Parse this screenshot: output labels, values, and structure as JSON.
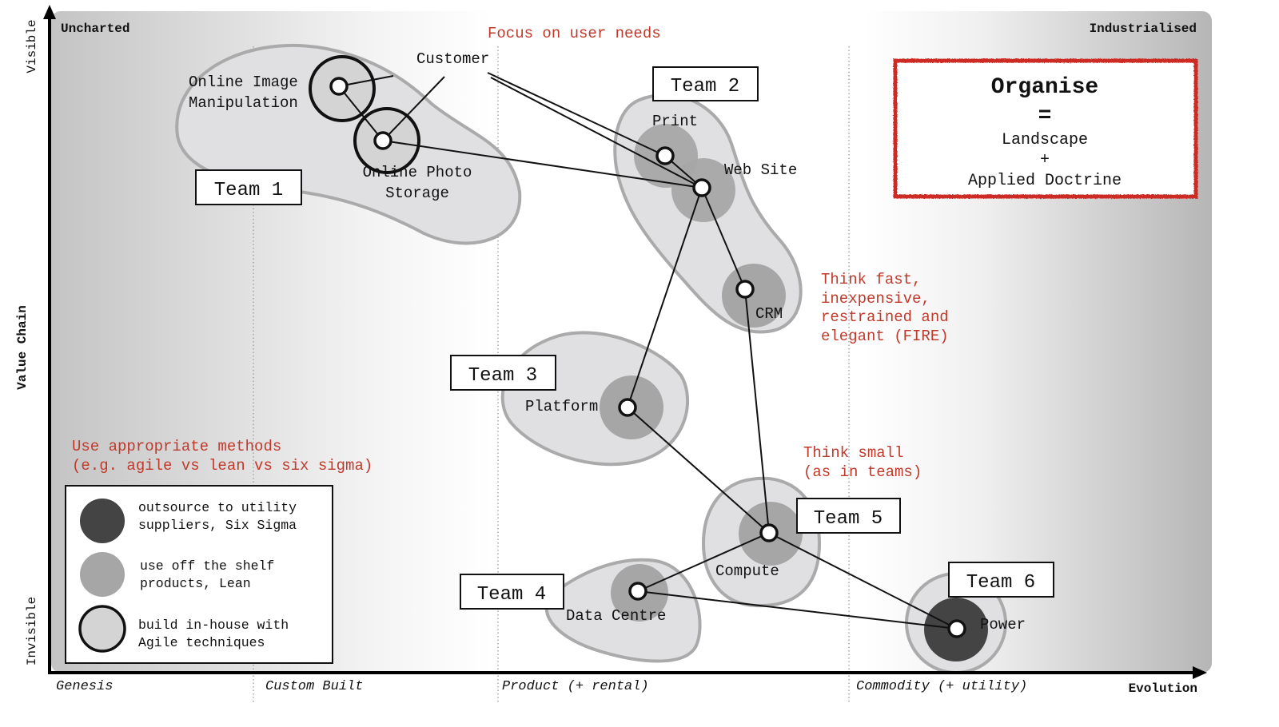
{
  "corners": {
    "top_left": "Uncharted",
    "top_right": "Industrialised"
  },
  "y_axis": {
    "top": "Visible",
    "middle": "Value Chain",
    "bottom": "Invisible"
  },
  "x_axis": {
    "stages": [
      "Genesis",
      "Custom Built",
      "Product (+ rental)",
      "Commodity (+ utility)"
    ],
    "title": "Evolution"
  },
  "annotations": {
    "focus": "Focus on user needs",
    "fire": [
      "Think fast,",
      "inexpensive,",
      "restrained and",
      "elegant (FIRE)"
    ],
    "methods": [
      "Use appropriate methods",
      "(e.g. agile vs lean vs six sigma)"
    ],
    "small": [
      "Think small",
      "(as in teams)"
    ]
  },
  "organise_box": {
    "title": "Organise",
    "equals": "=",
    "line1": "Landscape",
    "plus": "+",
    "line2": "Applied Doctrine"
  },
  "colors": {
    "annotation_red": "#c0392b",
    "utility_dark": "#444444",
    "product_mid": "#a6a6a6",
    "team_blob": "#e0e0e2",
    "blob_stroke": "#aaaaaa"
  },
  "legend": [
    {
      "kind": "utility",
      "lines": [
        "outsource to utility",
        "suppliers, Six Sigma"
      ]
    },
    {
      "kind": "product",
      "lines": [
        "use off the shelf",
        "products, Lean"
      ]
    },
    {
      "kind": "inhouse",
      "lines": [
        "build in-house with",
        "Agile techniques"
      ]
    }
  ],
  "teams": [
    "Team 1",
    "Team 2",
    "Team 3",
    "Team 4",
    "Team 5",
    "Team 6"
  ],
  "components": [
    {
      "id": "customer",
      "label": "Customer",
      "method": "none"
    },
    {
      "id": "oim",
      "label": [
        "Online Image",
        "Manipulation"
      ],
      "method": "inhouse"
    },
    {
      "id": "ops",
      "label": [
        "Online Photo",
        "Storage"
      ],
      "method": "inhouse"
    },
    {
      "id": "print",
      "label": "Print",
      "method": "product"
    },
    {
      "id": "website",
      "label": "Web Site",
      "method": "product"
    },
    {
      "id": "crm",
      "label": "CRM",
      "method": "product"
    },
    {
      "id": "platform",
      "label": "Platform",
      "method": "product"
    },
    {
      "id": "compute",
      "label": "Compute",
      "method": "product"
    },
    {
      "id": "datacentre",
      "label": "Data Centre",
      "method": "product"
    },
    {
      "id": "power",
      "label": "Power",
      "method": "utility"
    }
  ],
  "links": [
    [
      "customer",
      "oim"
    ],
    [
      "customer",
      "ops"
    ],
    [
      "customer",
      "print"
    ],
    [
      "customer",
      "website"
    ],
    [
      "oim",
      "ops"
    ],
    [
      "ops",
      "website"
    ],
    [
      "print",
      "website"
    ],
    [
      "website",
      "crm"
    ],
    [
      "website",
      "platform"
    ],
    [
      "crm",
      "compute"
    ],
    [
      "platform",
      "compute"
    ],
    [
      "compute",
      "datacentre"
    ],
    [
      "compute",
      "power"
    ],
    [
      "datacentre",
      "power"
    ]
  ]
}
